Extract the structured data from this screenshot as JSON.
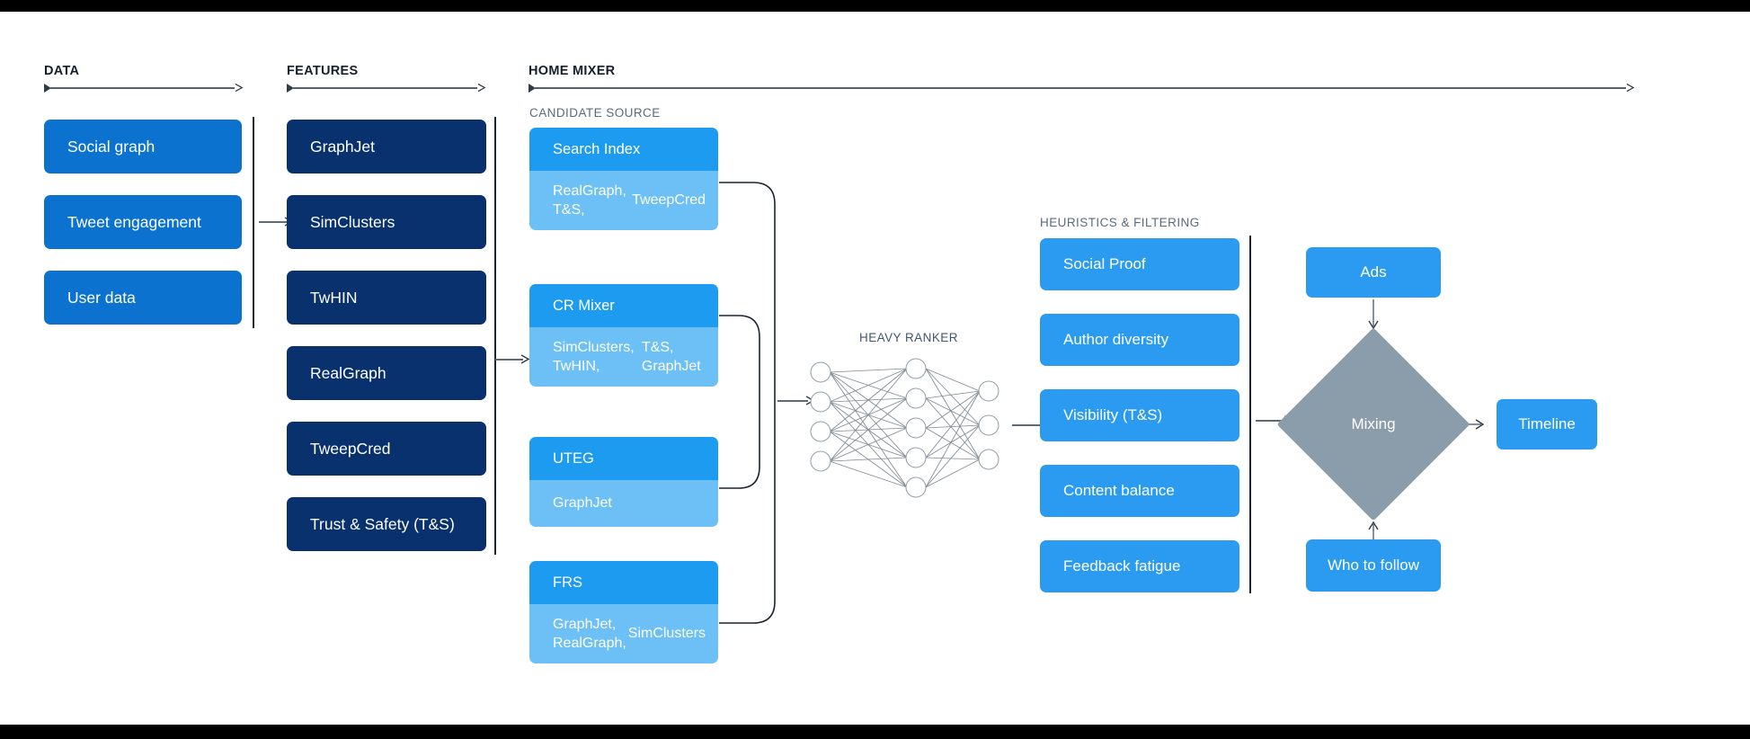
{
  "sections": {
    "data": {
      "title": "DATA"
    },
    "features": {
      "title": "FEATURES"
    },
    "home_mixer": {
      "title": "HOME MIXER"
    },
    "candidate_source": {
      "title": "CANDIDATE SOURCE"
    },
    "heavy_ranker": {
      "title": "HEAVY RANKER"
    },
    "heuristics": {
      "title": "HEURISTICS & FILTERING"
    }
  },
  "data_boxes": [
    {
      "label": "Social graph"
    },
    {
      "label": "Tweet engagement"
    },
    {
      "label": "User data"
    }
  ],
  "feature_boxes": [
    {
      "label": "GraphJet"
    },
    {
      "label": "SimClusters"
    },
    {
      "label": "TwHIN"
    },
    {
      "label": "RealGraph"
    },
    {
      "label": "TweepCred"
    },
    {
      "label": "Trust & Safety (T&S)"
    }
  ],
  "candidate_sources": [
    {
      "name": "Search Index",
      "features": "RealGraph, T&S,\nTweepCred"
    },
    {
      "name": "CR Mixer",
      "features": "SimClusters, TwHIN,\nT&S, GraphJet"
    },
    {
      "name": "UTEG",
      "features": "GraphJet"
    },
    {
      "name": "FRS",
      "features": "GraphJet, RealGraph,\nSimClusters"
    }
  ],
  "heuristics_boxes": [
    {
      "label": "Social Proof"
    },
    {
      "label": "Author diversity"
    },
    {
      "label": "Visibility (T&S)"
    },
    {
      "label": "Content balance"
    },
    {
      "label": "Feedback fatigue"
    }
  ],
  "mixing": {
    "ads_label": "Ads",
    "diamond_label": "Mixing",
    "who_to_follow_label": "Who to follow",
    "timeline_label": "Timeline"
  },
  "neural_network": {
    "input_nodes": 4,
    "hidden_nodes": 5,
    "output_nodes": 3
  },
  "colors": {
    "data_blue": "#0b72cf",
    "feature_navy": "#08316e",
    "candidate_head": "#1d9bf0",
    "candidate_body": "#6cc0f5",
    "heuristic_blue": "#2a9bf0",
    "diamond_gray": "#8b9cab",
    "rule_dark": "#1d242c",
    "arrow_gray": "#5d6a78",
    "background": "#ffffff",
    "letterbox": "#000000"
  }
}
